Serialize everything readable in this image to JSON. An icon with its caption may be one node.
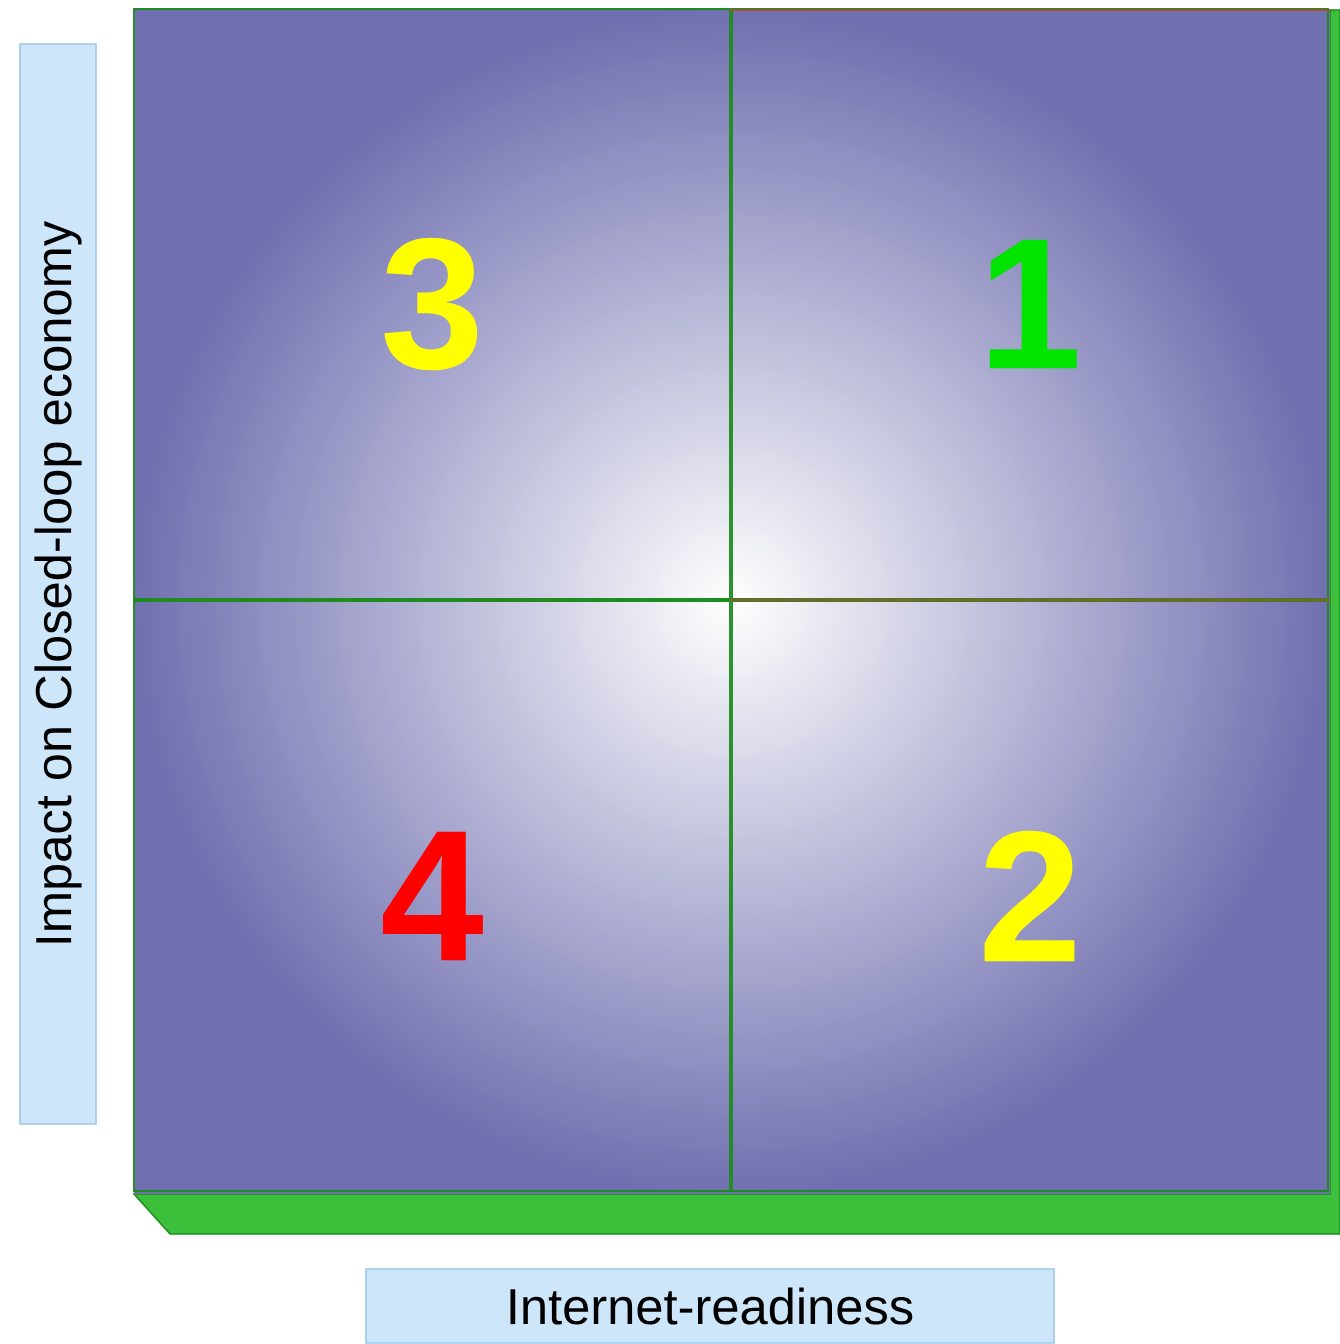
{
  "diagram": {
    "nodes": [
      {
        "text": [
          "3"
        ]
      },
      {
        "text": [
          "1"
        ]
      },
      {
        "text": [
          "4"
        ]
      },
      {
        "text": [
          "2"
        ]
      },
      {
        "text": [
          "Impact on Closed-loop economy"
        ]
      },
      {
        "text": [
          "Internet-readiness"
        ]
      }
    ]
  }
}
